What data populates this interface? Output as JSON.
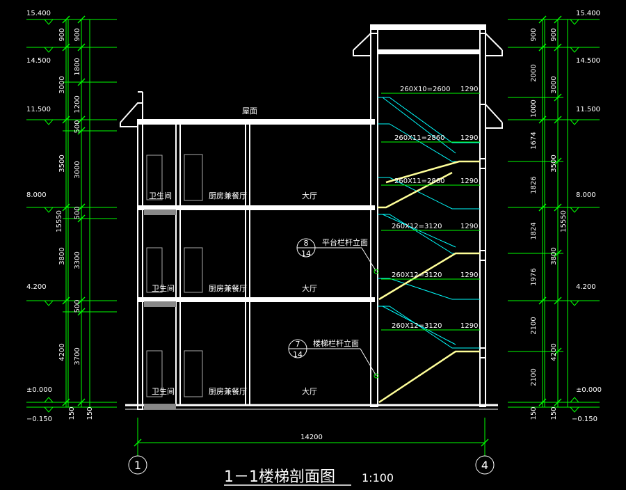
{
  "title": {
    "main": "1－1楼梯剖面图",
    "scale": "1:100"
  },
  "colors": {
    "background": "#000000",
    "wall": "#ffffff",
    "dimension": "#00ff00",
    "stair_rail": "#00ffff",
    "stair_fill": "#ffff99",
    "text": "#ffffff"
  },
  "levels_left": [
    "15.400",
    "14.500",
    "11.500",
    "8.000",
    "4.200",
    "±0.000",
    "−0.150"
  ],
  "levels_right": [
    "15.400",
    "14.500",
    "11.500",
    "8.000",
    "4.200",
    "±0.000",
    "−0.150"
  ],
  "left_dims": {
    "outer": [
      "15550"
    ],
    "middle": [
      "900",
      "3000",
      "3500",
      "3800",
      "4200",
      "150"
    ],
    "inner": [
      "900",
      "1800",
      "1200",
      "500",
      "3000",
      "500",
      "3300",
      "500",
      "3700",
      "150"
    ]
  },
  "right_dims": {
    "outer": [
      "15550"
    ],
    "middle": [
      "900",
      "3000",
      "3500",
      "3800",
      "4200",
      "150"
    ],
    "inner": [
      "900",
      "2000",
      "1000",
      "1674",
      "1826",
      "1824",
      "1976",
      "2100",
      "2100",
      "150"
    ]
  },
  "stair_labels": [
    "260X10=2600",
    "260X11=2860",
    "260X11=2860",
    "260X12=3120",
    "260X12=3120",
    "260X12=3120"
  ],
  "landing_labels": [
    "1290",
    "1290",
    "1290",
    "1290",
    "1290",
    "1290"
  ],
  "rooms": {
    "roof": "屋面",
    "bathroom": "卫生间",
    "kitchen": "厨房兼餐厅",
    "hall": "大厅"
  },
  "callouts": [
    {
      "num": "8",
      "sheet": "14",
      "label": "平台栏杆立面"
    },
    {
      "num": "7",
      "sheet": "14",
      "label": "楼梯栏杆立面"
    }
  ],
  "total_width": "14200",
  "axes": [
    "1",
    "4"
  ]
}
